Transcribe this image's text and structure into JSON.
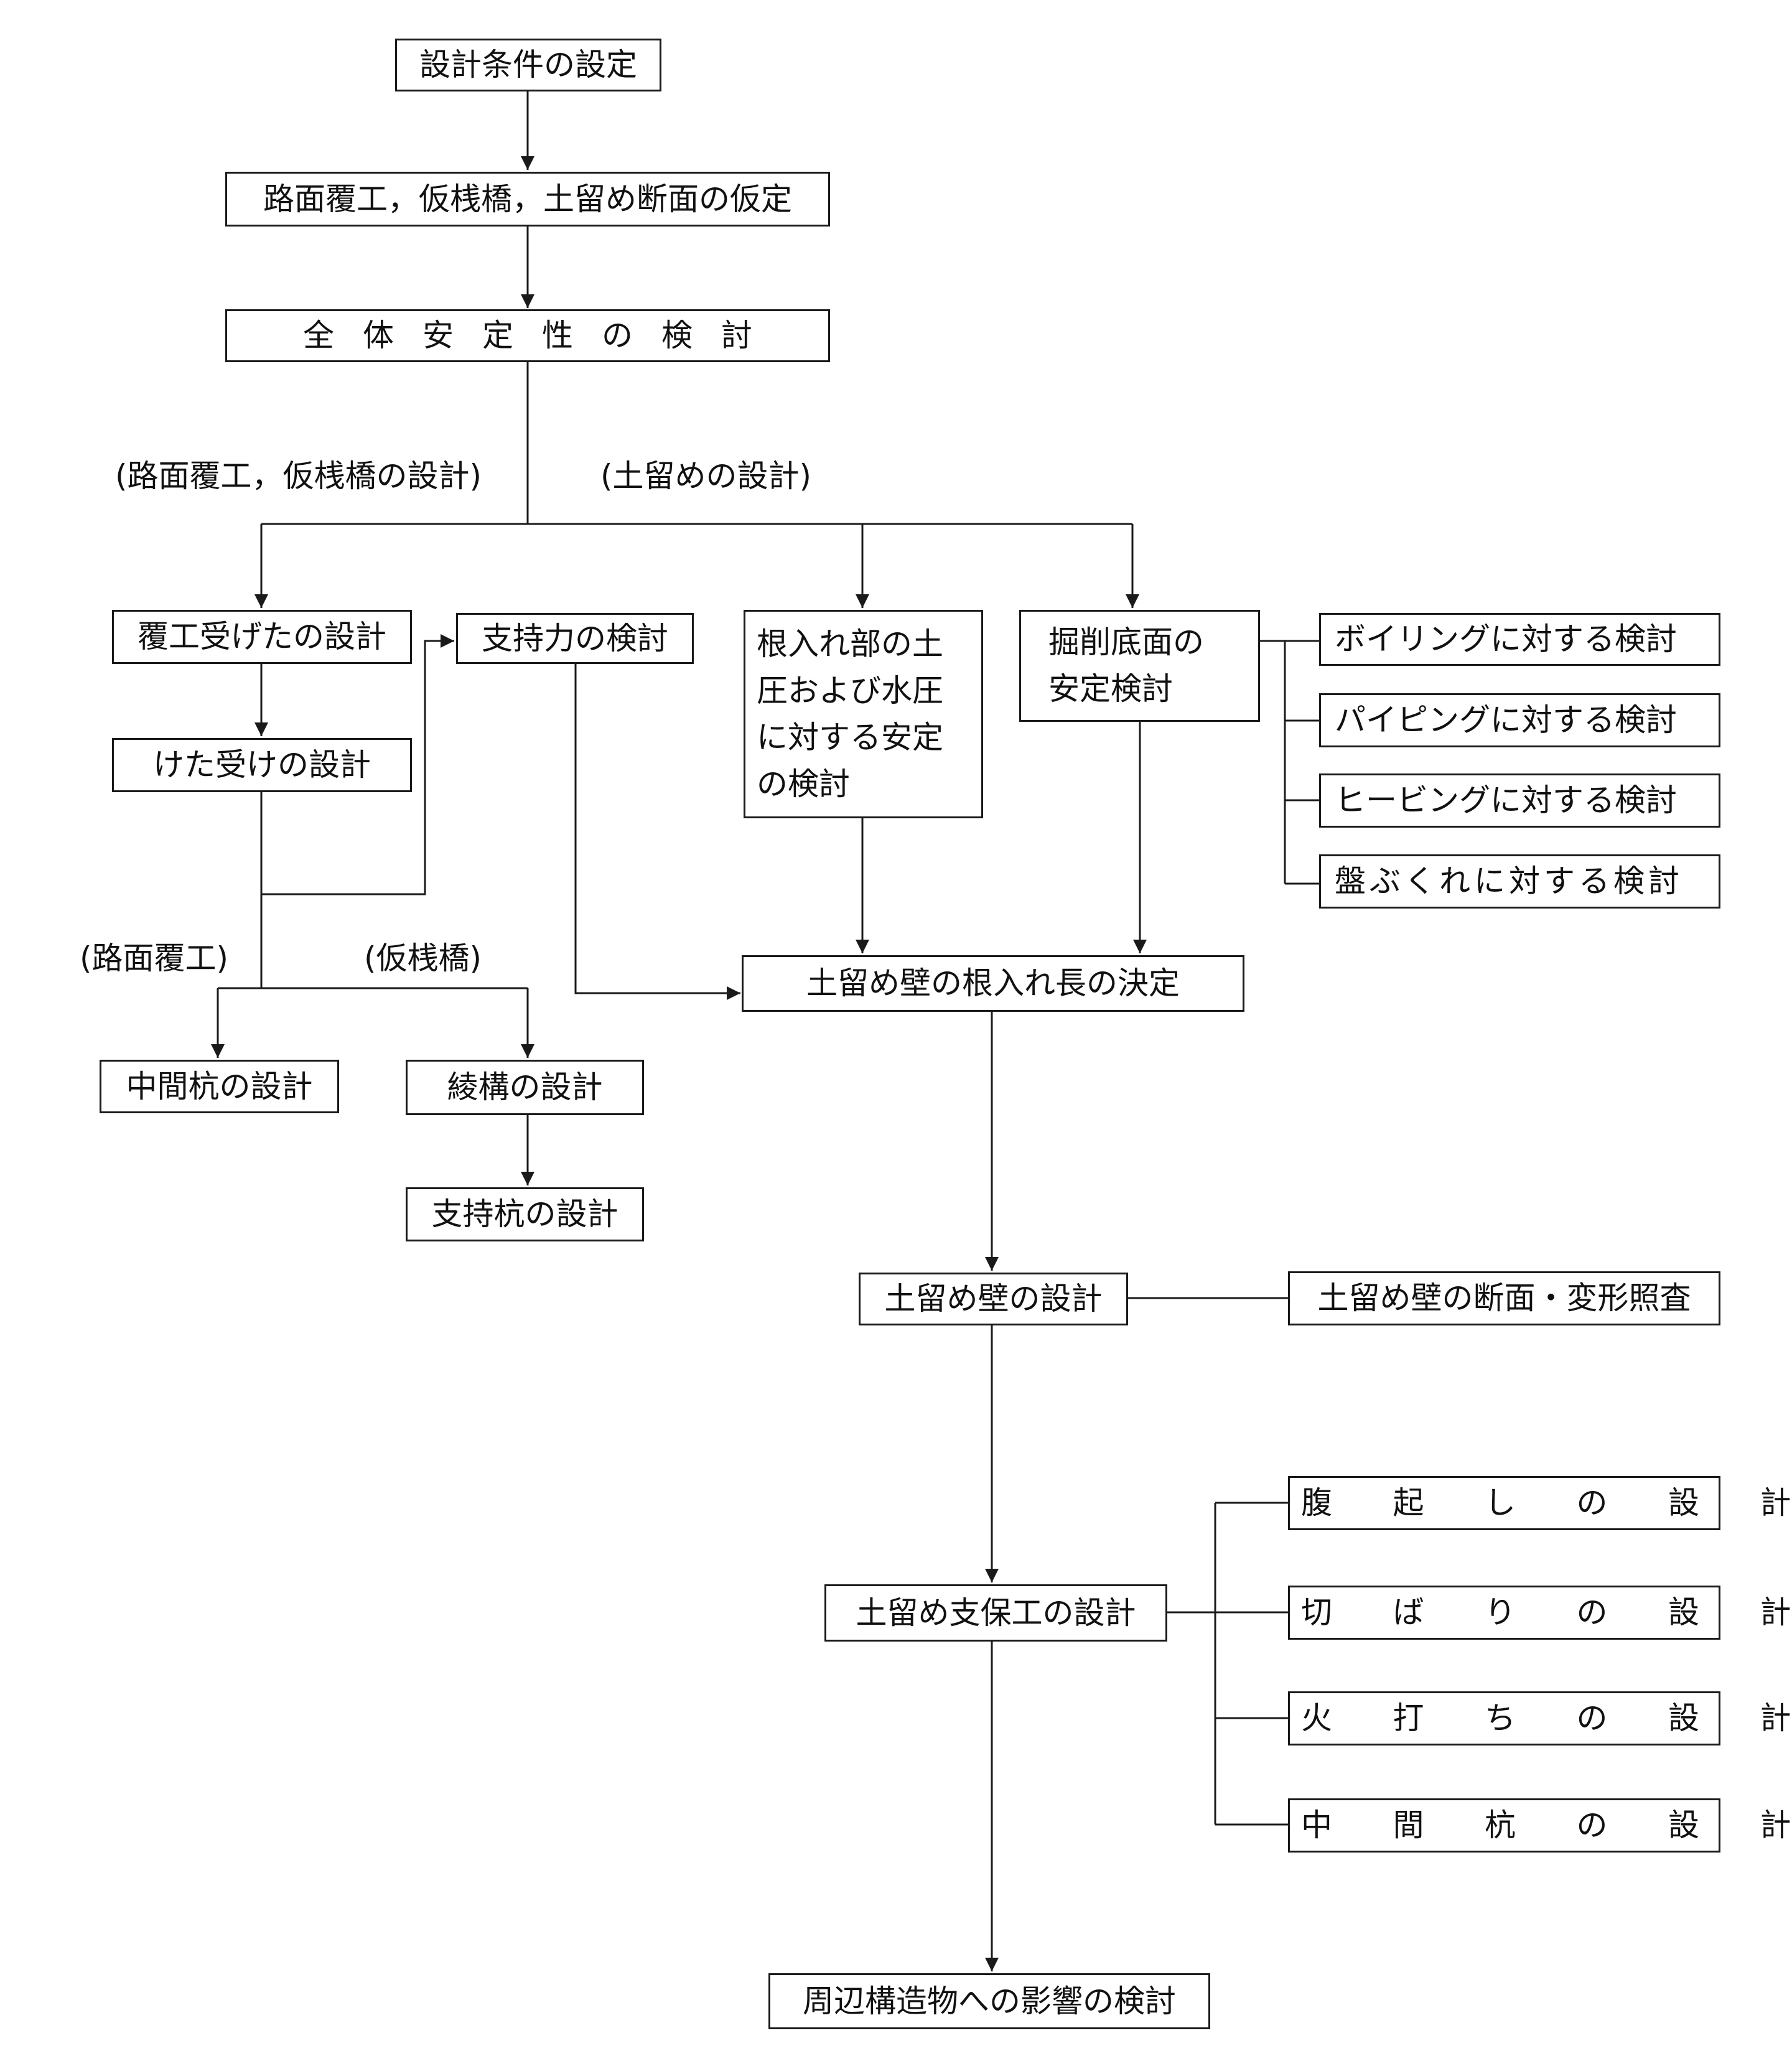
{
  "nodes": {
    "n_design_conditions": "設計条件の設定",
    "n_provisional_sections": "路面覆工，仮桟橋，土留め断面の仮定",
    "n_overall_stability": "全体安定性の検討",
    "n_cover_girder": "覆工受げたの設計",
    "n_girder_support": "けた受けの設計",
    "n_bearing_capacity": "支持力の検討",
    "n_embedment_stability": "根入れ部の土\n圧および水圧\nに対する安定\nの検討",
    "n_excavation_bottom": "掘削底面の\n安定検討",
    "n_boiling": "ボイリングに対する検討",
    "n_piping": "パイピングに対する検討",
    "n_heaving": "ヒービングに対する検討",
    "n_uplift": "盤ぶくれに対する検討",
    "n_embedment_length": "土留め壁の根入れ長の決定",
    "n_middle_pile_cover": "中間杭の設計",
    "n_bracing": "綾構の設計",
    "n_support_pile": "支持杭の設計",
    "n_wall_design": "土留め壁の設計",
    "n_wall_check": "土留め壁の断面・変形照査",
    "n_timbering_design": "土留め支保工の設計",
    "n_wale": "腹起しの設計",
    "n_strut": "切ばりの設計",
    "n_corner_brace": "火打ちの設計",
    "n_middle_pile_strut": "中間杭の設計",
    "n_surrounding_impact": "周辺構造物への影響の検討"
  },
  "labels": {
    "branch_cover_bridge": "(路面覆工，仮桟橋の設計)",
    "branch_retaining": "(土留めの設計)",
    "branch_cover": "(路面覆工)",
    "branch_bridge": "(仮桟橋)"
  },
  "colors": {
    "line": "#1a1a1a",
    "box_border": "#1a1a1a",
    "text": "#111111"
  }
}
